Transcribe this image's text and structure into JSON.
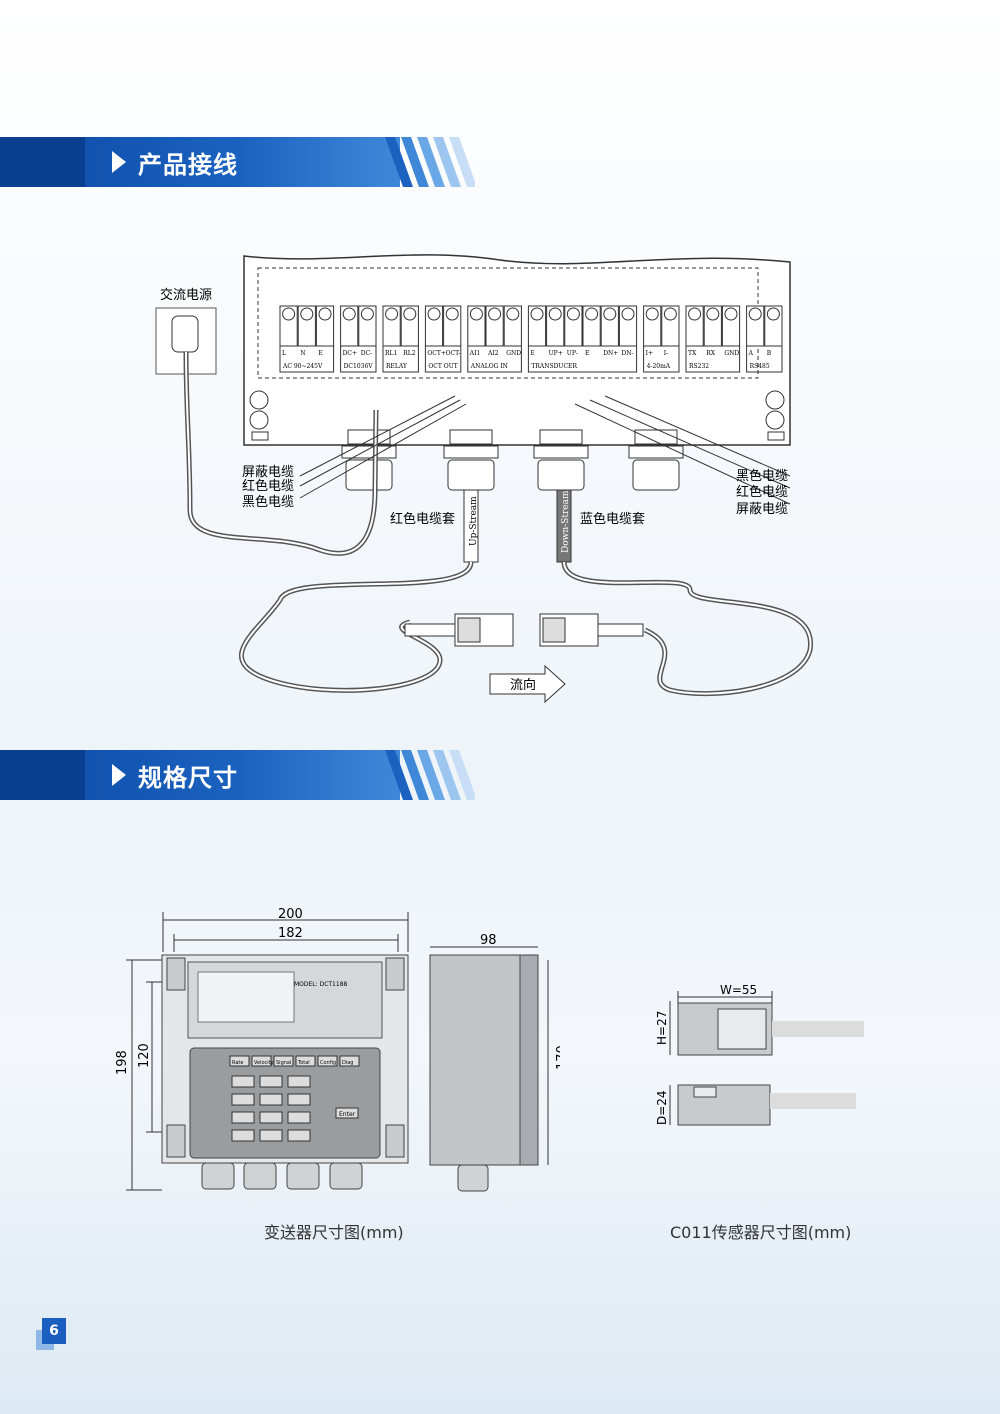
{
  "sections": {
    "wiring_title": "产品接线",
    "dimensions_title": "规格尺寸"
  },
  "wiring": {
    "power_label": "交流电源",
    "terminal_top_labels": [
      "L",
      "N",
      "E",
      "DC+",
      "DC-",
      "RL1",
      "RL2",
      "OCT+",
      "OCT-",
      "AI1",
      "AI2",
      "GND",
      "E",
      "UP+",
      "UP-",
      "E",
      "DN+",
      "DN-",
      "I+",
      "I-",
      "TX",
      "RX",
      "GND",
      "A",
      "B"
    ],
    "group_labels": [
      "AC 90~245V",
      "DC1036V",
      "RELAY",
      "OCT OUT",
      "ANALOG IN",
      "TRANSDUCER",
      "4-20mA",
      "RS232",
      "RS485"
    ],
    "left_cables": [
      "屏蔽电缆",
      "红色电缆",
      "黑色电缆"
    ],
    "right_cables": [
      "黑色电缆",
      "红色电缆",
      "屏蔽电缆"
    ],
    "red_sleeve": "红色电缆套",
    "blue_sleeve": "蓝色电缆套",
    "upstream": "Up-Stream",
    "downstream": "Down-Stream",
    "flow_direction": "流向"
  },
  "dimensions": {
    "transmitter": {
      "width_outer": "200",
      "width_inner": "182",
      "height_outer": "198",
      "height_inner": "120",
      "depth": "98",
      "side_height": "170",
      "model": "MODEL: DCT1188",
      "keys": [
        "Rate",
        "Velocity",
        "Signal",
        "Total",
        "Config",
        "Diag"
      ],
      "enter_key": "Enter",
      "caption": "变送器尺寸图(mm)"
    },
    "sensor": {
      "width": "W=55",
      "height": "H=27",
      "depth": "D=24",
      "caption": "C011传感器尺寸图(mm)"
    }
  },
  "page_number": "6",
  "colors": {
    "banner_blue": "#1b62c0",
    "banner_dark": "#0a3f8f",
    "page_badge": "#1a5fc0"
  }
}
